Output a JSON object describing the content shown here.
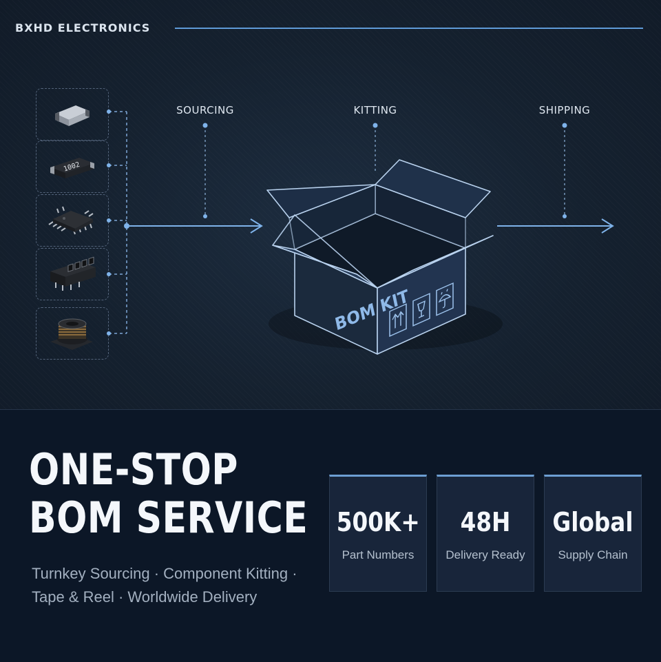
{
  "header": {
    "brand": "BXHD ELECTRONICS"
  },
  "stages": [
    {
      "label": "SOURCING"
    },
    {
      "label": "KITTING"
    },
    {
      "label": "SHIPPING"
    }
  ],
  "components": [
    {
      "icon": "smd-capacitor-icon"
    },
    {
      "icon": "smd-resistor-icon",
      "marking": "1002"
    },
    {
      "icon": "qfp-chip-icon"
    },
    {
      "icon": "connector-header-icon"
    },
    {
      "icon": "power-inductor-icon"
    }
  ],
  "box": {
    "label": "BOM KIT",
    "handling_icons": [
      "this-way-up-icon",
      "fragile-glass-icon",
      "keep-dry-umbrella-icon"
    ]
  },
  "hero": {
    "line1": "ONE-STOP",
    "line2": "BOM SERVICE"
  },
  "subtitle": "Turnkey Sourcing · Component Kitting · Tape & Reel · Worldwide Delivery",
  "stats": [
    {
      "value": "500K+",
      "label": "Part Numbers"
    },
    {
      "value": "48H",
      "label": "Delivery Ready"
    },
    {
      "value": "Global",
      "label": "Supply Chain"
    }
  ],
  "colors": {
    "accent": "#5f9bd8",
    "background": "#0d1826",
    "card": "#18253a"
  }
}
